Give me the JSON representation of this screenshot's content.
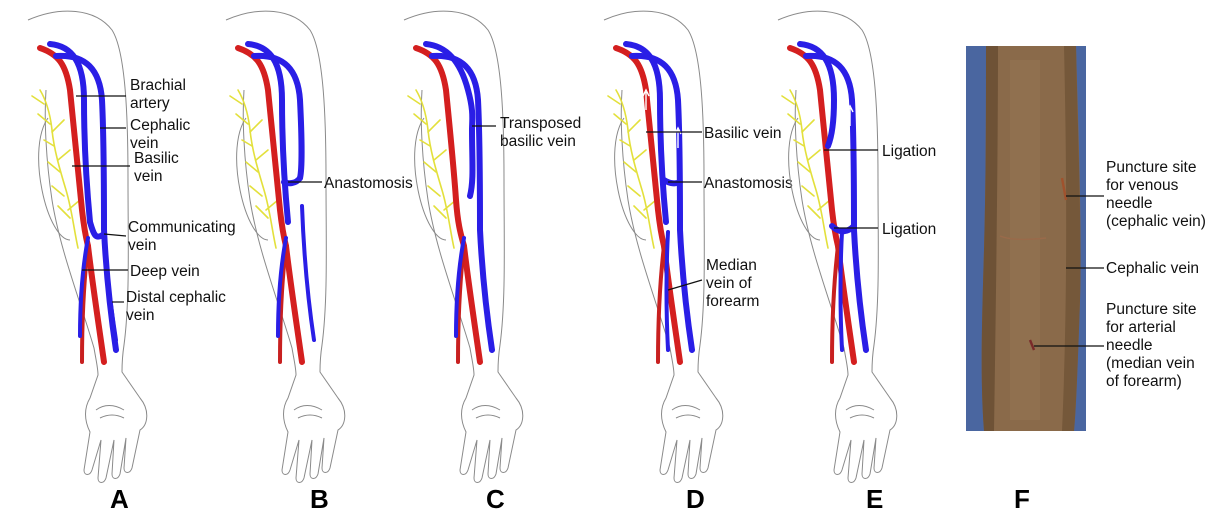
{
  "panels": {
    "A": {
      "letter": "A",
      "labels": {
        "brachial_artery": [
          "Brachial",
          "artery"
        ],
        "cephalic_vein": [
          "Cephalic",
          "vein"
        ],
        "basilic_vein": [
          "Basilic",
          "vein"
        ],
        "communicating_vein": [
          "Communicating",
          "vein"
        ],
        "deep_vein": "Deep vein",
        "distal_cephalic_vein": [
          "Distal cephalic",
          "vein"
        ]
      }
    },
    "B": {
      "letter": "B",
      "labels": {
        "anastomosis": "Anastomosis"
      }
    },
    "C": {
      "letter": "C",
      "labels": {
        "transposed_basilic_vein": [
          "Transposed",
          "basilic vein"
        ]
      }
    },
    "D": {
      "letter": "D",
      "labels": {
        "basilic_vein": "Basilic vein",
        "anastomosis": "Anastomosis",
        "median_vein_of_forearm": [
          "Median",
          "vein of",
          "forearm"
        ]
      }
    },
    "E": {
      "letter": "E",
      "labels": {
        "ligation_upper": "Ligation",
        "ligation_lower": "Ligation"
      }
    },
    "F": {
      "letter": "F",
      "labels": {
        "venous_puncture": [
          "Puncture site",
          "for venous",
          "needle",
          "(cephalic vein)"
        ],
        "cephalic_vein": "Cephalic vein",
        "arterial_puncture": [
          "Puncture site",
          "for arterial",
          "needle",
          "(median vein",
          "of forearm)"
        ]
      }
    }
  },
  "colors": {
    "artery": "#d41f1f",
    "vein": "#2a1ee6",
    "nerve": "#e3e03c",
    "outline": "#8a8a8a",
    "photo_skin": "#8a6a4a",
    "photo_drape": "#5a78b8"
  }
}
